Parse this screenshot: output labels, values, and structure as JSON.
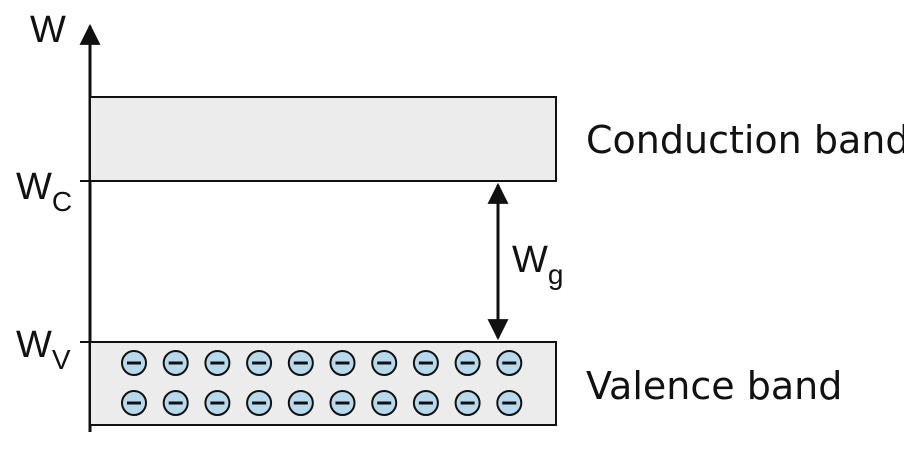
{
  "axis": {
    "label": "W",
    "ticks": [
      {
        "main": "W",
        "sub": "C"
      },
      {
        "main": "W",
        "sub": "V"
      }
    ]
  },
  "bands": {
    "conduction": {
      "label": "Conduction band"
    },
    "valence": {
      "label": "Valence band",
      "electron_rows": 2,
      "electrons_per_row": 10
    }
  },
  "gap": {
    "main": "W",
    "sub": "g"
  },
  "colors": {
    "band_fill": "#ececec",
    "electron_fill": "#b8d8ec",
    "stroke": "#111111"
  }
}
